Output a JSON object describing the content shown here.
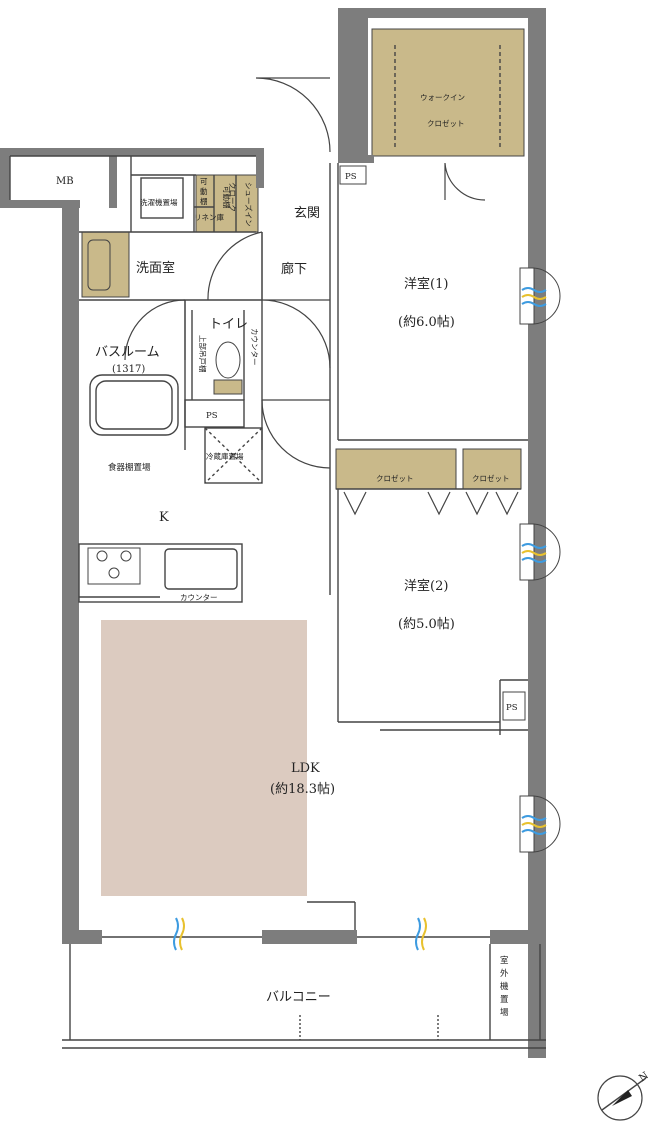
{
  "colors": {
    "wall": "#7d7d7d",
    "wall_dark": "#5c5c5c",
    "line": "#444444",
    "closet_fill": "#c9b98a",
    "ldk_fill": "#dccbc0",
    "window_blue": "#3d9be0",
    "window_yellow": "#e8c12e"
  },
  "rooms": {
    "mb": "MB",
    "walkin_line1": "ウォークイン",
    "walkin_line2": "クロゼット",
    "ps_top": "PS",
    "shoes_in_line1": "シューズイン",
    "shoes_in_line2": "クローク",
    "movable_shelf_a_line1": "可",
    "movable_shelf_a_line2": "動",
    "movable_shelf_a_line3": "棚",
    "movable_shelf_b": "可動棚",
    "washer_space": "洗濯機置場",
    "linen": "リネン庫",
    "entrance": "玄関",
    "corridor": "廊下",
    "western1_name": "洋室(1)",
    "western1_size": "(約6.0帖)",
    "washroom": "洗面室",
    "toilet": "トイレ",
    "upper_cabinet": "上部吊戸棚",
    "counter_vertical": "カウンター",
    "bathroom": "バスルーム",
    "bathroom_size": "(1317)",
    "ps_bath": "PS",
    "fridge_space": "冷蔵庫置場",
    "dish_shelf": "食器棚置場",
    "closet_a": "クロゼット",
    "closet_b": "クロゼット",
    "kitchen": "K",
    "counter": "カウンター",
    "western2_name": "洋室(2)",
    "western2_size": "(約5.0帖)",
    "ps_right": "PS",
    "ldk_name": "LDK",
    "ldk_size": "(約18.3帖)",
    "balcony": "バルコニー",
    "outdoor_unit_line1": "室",
    "outdoor_unit_line2": "外",
    "outdoor_unit_line3": "機",
    "outdoor_unit_line4": "置",
    "outdoor_unit_line5": "場"
  },
  "compass": {
    "north_label": "N"
  }
}
